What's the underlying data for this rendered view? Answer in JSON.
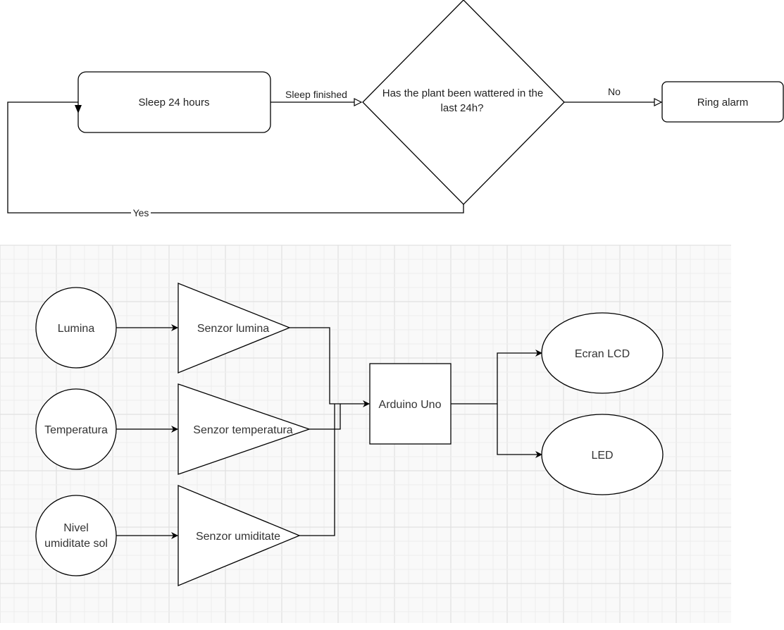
{
  "flowchart": {
    "sleep_label": "Sleep 24 hours",
    "edge_sleep_finished": "Sleep finished",
    "decision_line1": "Has the plant been wattered in the",
    "decision_line2": "last 24h?",
    "edge_no": "No",
    "alarm_label": "Ring alarm",
    "edge_yes": "Yes"
  },
  "block_diagram": {
    "inputs": [
      "Lumina",
      "Temperatura"
    ],
    "input_soil_line1": "Nivel",
    "input_soil_line2": "umiditate sol",
    "sensors": [
      "Senzor lumina",
      "Senzor temperatura",
      "Senzor umiditate"
    ],
    "controller": "Arduino Uno",
    "outputs": [
      "Ecran LCD",
      "LED"
    ]
  },
  "colors": {
    "stroke": "#000000",
    "grid_minor": "#ededed",
    "grid_major": "#dcdcdc",
    "grid_bg": "#f9f9f9"
  }
}
